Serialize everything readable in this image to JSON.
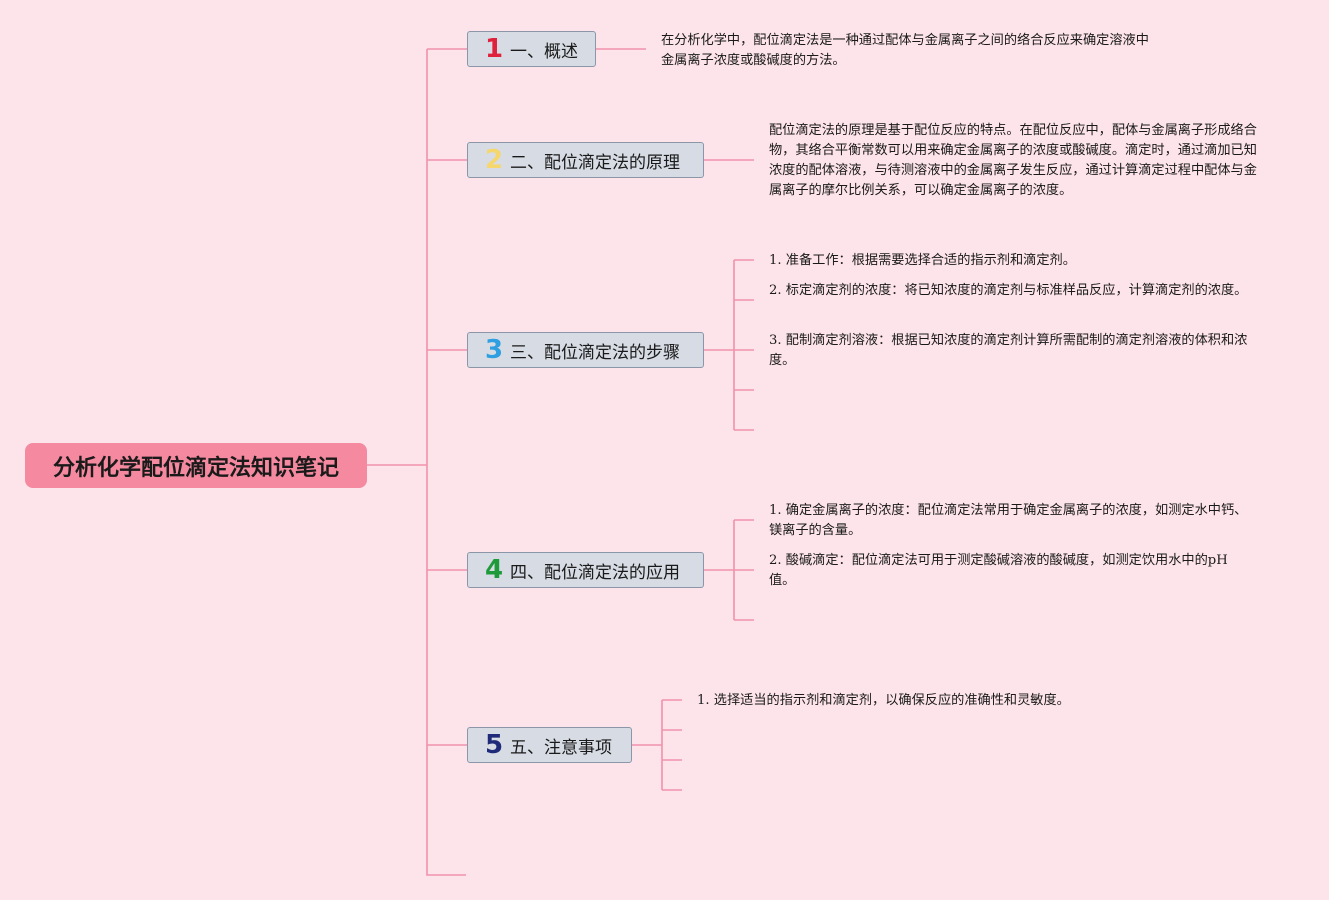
{
  "root": {
    "title": "分析化学配位滴定法知识笔记"
  },
  "colors": {
    "background": "#fde4ea",
    "root": "#f4899f",
    "line": "#f291ac",
    "branch_fill": "#d6dbe4",
    "num_1": "#e0213c",
    "num_2": "#f5d76e",
    "num_3": "#2e9fe0",
    "num_4": "#1f9a3a",
    "num_5": "#1f2a78"
  },
  "branches": [
    {
      "num": "1",
      "label": "一、概述",
      "notes": [
        "在分析化学中，配位滴定法是一种通过配体与金属离子之间的络合反应来确定溶液中金属离子浓度或酸碱度的方法。"
      ]
    },
    {
      "num": "2",
      "label": "二、配位滴定法的原理",
      "notes": [
        "配位滴定法的原理是基于配位反应的特点。在配位反应中，配体与金属离子形成络合物，其络合平衡常数可以用来确定金属离子的浓度或酸碱度。滴定时，通过滴加已知浓度的配体溶液，与待测溶液中的金属离子发生反应，通过计算滴定过程中配体与金属离子的摩尔比例关系，可以确定金属离子的浓度。"
      ]
    },
    {
      "num": "3",
      "label": "三、配位滴定法的步骤",
      "notes": [
        "1. 准备工作：根据需要选择合适的指示剂和滴定剂。",
        "2. 标定滴定剂的浓度：将已知浓度的滴定剂与标准样品反应，计算滴定剂的浓度。",
        "3. 配制滴定剂溶液：根据已知浓度的滴定剂计算所需配制的滴定剂溶液的体积和浓度。"
      ]
    },
    {
      "num": "4",
      "label": "四、配位滴定法的应用",
      "notes": [
        "1. 确定金属离子的浓度：配位滴定法常用于确定金属离子的浓度，如测定水中钙、镁离子的含量。",
        "2. 酸碱滴定：配位滴定法可用于测定酸碱溶液的酸碱度，如测定饮用水中的pH值。"
      ]
    },
    {
      "num": "5",
      "label": "五、注意事项",
      "notes": [
        "1. 选择适当的指示剂和滴定剂，以确保反应的准确性和灵敏度。"
      ]
    }
  ]
}
